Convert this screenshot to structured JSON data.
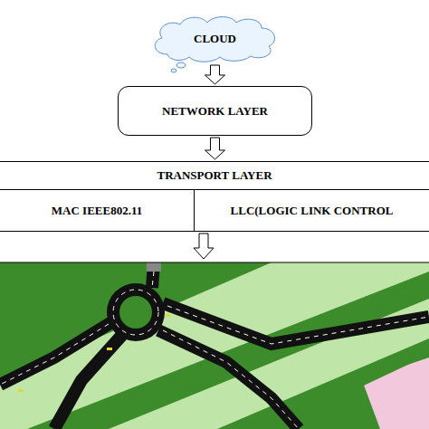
{
  "diagram": {
    "nodes": [
      {
        "text": [
          "CLOUD"
        ]
      },
      {
        "text": [
          "NETWORK LAYER"
        ]
      },
      {
        "text": [
          "TRANSPORT LAYER"
        ]
      },
      {
        "text": [
          "MAC IEEE802.11"
        ],
        "in": 2
      },
      {
        "text": [
          "LLC(LOGIC LINK CONTROL"
        ],
        "in": 2
      }
    ],
    "edges": [
      {
        "from": 0,
        "to": 1,
        "arrow": "to"
      },
      {
        "from": 1,
        "to": 2,
        "arrow": "to"
      }
    ]
  }
}
